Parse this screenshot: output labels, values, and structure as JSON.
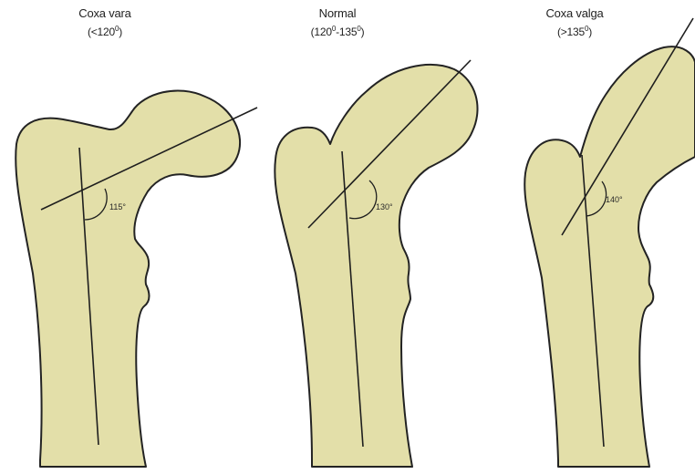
{
  "panels": [
    {
      "title": "Coxa vara",
      "range_open": "(<120",
      "range_sup": "0",
      "range_close": ")",
      "angle_label": "115°",
      "angle_deg": 115
    },
    {
      "title": "Normal",
      "range_open": "(120",
      "range_sup": "0",
      "range_mid": "-135",
      "range_sup2": "0",
      "range_close": ")",
      "angle_label": "130°",
      "angle_deg": 130
    },
    {
      "title": "Coxa valga",
      "range_open": "(>135",
      "range_sup": "0",
      "range_close": ")",
      "angle_label": "140°",
      "angle_deg": 140
    }
  ],
  "colors": {
    "bone_fill": "#e3dfa9",
    "bone_stroke": "#232323",
    "axis_line": "#1e1e1e",
    "background": "#ffffff"
  }
}
